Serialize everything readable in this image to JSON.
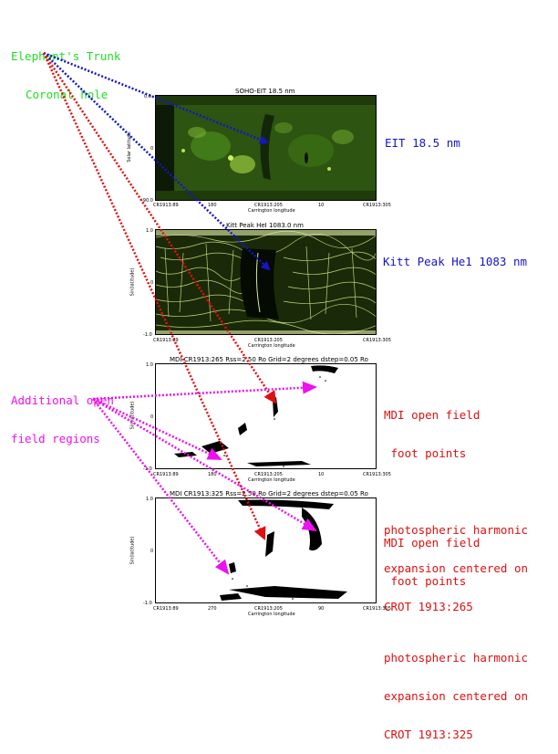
{
  "colors": {
    "green": "#22dd22",
    "blue": "#1515c8",
    "red": "#e01010",
    "magenta": "#ee10ee",
    "eit_bg": "#2d5410",
    "eit_dark": "#0d1a05",
    "kitt_bg": "#1a2a08",
    "kitt_lines": "#d8f090"
  },
  "labels": {
    "elephant_line1": "Elephant's Trunk",
    "elephant_line2": "Coronal hole",
    "eit": "EIT 18.5 nm",
    "kitt": "Kitt Peak He1 1083 nm",
    "additional_line1": "Additional open",
    "additional_line2": "field regions",
    "mdi1_line1": "MDI open field",
    "mdi1_line2": " foot points",
    "mdi1_line3": "photospheric harmonic",
    "mdi1_line4": "expansion centered on",
    "mdi1_line5": "CROT 1913:265",
    "mdi2_line1": "MDI open field",
    "mdi2_line2": " foot points",
    "mdi2_line3": "photospheric harmonic",
    "mdi2_line4": "expansion centered on",
    "mdi2_line5": "CROT 1913:325"
  },
  "panels": {
    "eit": {
      "title": "SOHO-EIT 18.5 nm",
      "ylabel": "Solar latitude",
      "xlabel": "Carrington longitude",
      "y_top": "0.0",
      "y_mid": "0",
      "y_bot": "-90.0",
      "x_left": "CR1913:89",
      "x_mid1": "180",
      "x_mid2": "CR1913:205",
      "x_mid3": "10",
      "x_right": "CR1913:305"
    },
    "kitt": {
      "title": "Kitt Peak HeI 1083.0 nm",
      "ylabel": "Sin(latitude)",
      "xlabel": "Carrington longitude",
      "y_top": "1.0",
      "y_mid": "0",
      "y_bot": "-1.0",
      "x_left": "CR1913:89",
      "x_mid2": "CR1913:205",
      "x_right": "CR1913:305"
    },
    "mdi1": {
      "title": "MDI CR1913:265  Rss=2.50 Ro   Grid=2 degrees   dstep=0.05 Ro",
      "ylabel": "Sin(latitude)",
      "xlabel": "Carrington longitude",
      "y_top": "1.0",
      "y_mid": "0",
      "y_bot": "-1.0",
      "x_left": "CR1913:89",
      "x_mid1": "180",
      "x_mid2": "CR1913:205",
      "x_mid3": "10",
      "x_right": "CR1913:305"
    },
    "mdi2": {
      "title": "MDI CR1913:325  Rss=2.50 Ro   Grid=2 degrees   dstep=0.05 Ro",
      "ylabel": "Sin(latitude)",
      "xlabel": "Carrington longitude",
      "y_top": "1.0",
      "y_mid": "0",
      "y_bot": "-1.0",
      "x_left": "CR1913:89",
      "x_mid1": "270",
      "x_mid2": "CR1913:205",
      "x_mid3": "90",
      "x_right": "CR1913:305"
    }
  }
}
